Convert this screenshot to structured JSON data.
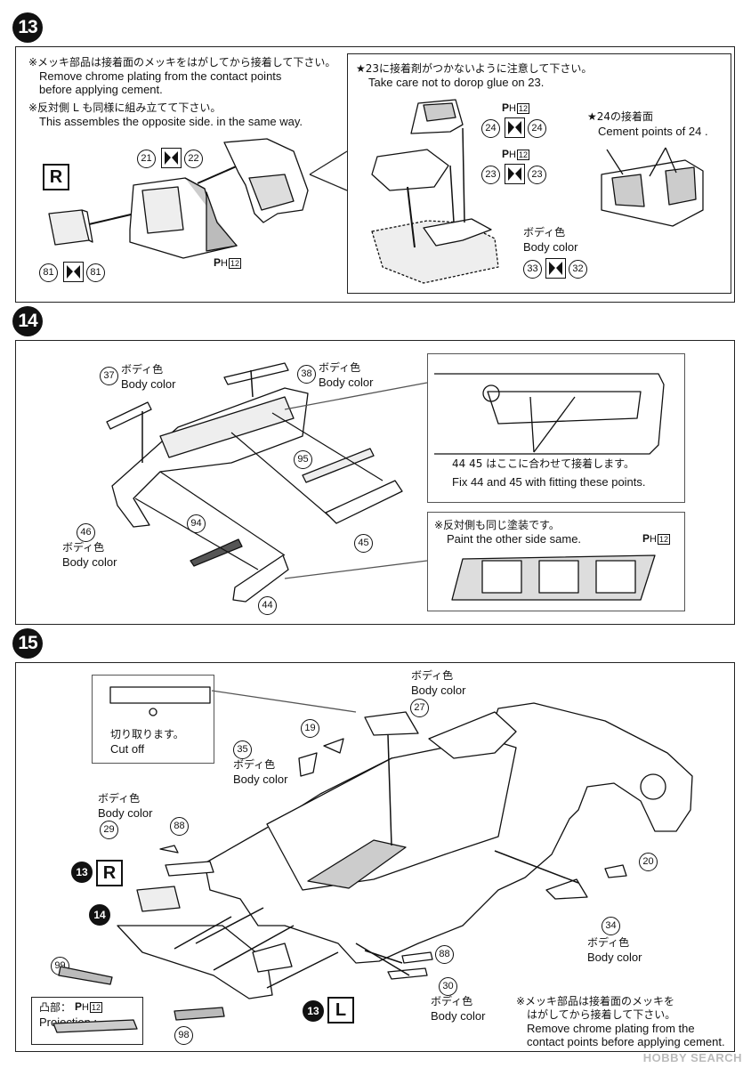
{
  "steps": {
    "s13": {
      "number": "13",
      "note1_jp": "※メッキ部品は接着面のメッキをはがしてから接着して下さい。",
      "note1_en_1": "Remove chrome plating from the contact points",
      "note1_en_2": "before applying cement.",
      "note2_jp": "※反対側 L も同様に組み立てて下さい。",
      "note2_en": "This assembles the opposite side. in the same way.",
      "side": "R",
      "parts": {
        "p21": "21",
        "p22": "22",
        "p81a": "81",
        "p81b": "81"
      },
      "ph_code": "12",
      "right": {
        "warn_jp": "★23に接着剤がつかないように注意して下さい。",
        "warn_en": "Take care not to dorop glue on 23.",
        "p24a": "24",
        "p24b": "24",
        "p23a": "23",
        "p23b": "23",
        "p33": "33",
        "p32": "32",
        "body_jp": "ボディ色",
        "body_en": "Body color",
        "cement_jp": "★24の接着面",
        "cement_en": "Cement points of 24 .",
        "ph1": "12",
        "ph2": "12"
      }
    },
    "s14": {
      "number": "14",
      "p37": "37",
      "p38": "38",
      "p95": "95",
      "p46": "46",
      "p94": "94",
      "p45": "45",
      "p44": "44",
      "body_jp": "ボディ色",
      "body_en": "Body color",
      "fit_jp": "44 45 はここに合わせて接着します。",
      "fit_en": "Fix 44 and 45 with fitting these points.",
      "paint_jp": "※反対側も同じ塗装です。",
      "paint_en": "Paint the other side same.",
      "ph": "12"
    },
    "s15": {
      "number": "15",
      "cut_jp": "切り取ります。",
      "cut_en": "Cut off",
      "p27": "27",
      "p19": "19",
      "p35": "35",
      "p29": "29",
      "p88a": "88",
      "p88b": "88",
      "p20": "20",
      "p34": "34",
      "p30": "30",
      "p99": "99",
      "p98": "98",
      "ref13a": "13",
      "ref13b": "13",
      "ref14": "14",
      "side_R": "R",
      "side_L": "L",
      "body_jp": "ボディ色",
      "body_en": "Body color",
      "proj_jp": "凸部：",
      "proj_en": "Projection :",
      "ph": "12",
      "chrome_jp_1": "※メッキ部品は接着面のメッキを",
      "chrome_jp_2": "はがしてから接着して下さい。",
      "chrome_en_1": "Remove chrome plating from the",
      "chrome_en_2": "contact points before applying cement."
    }
  },
  "ph_prefix": "P",
  "ph_sub": "H",
  "watermark": "HOBBY SEARCH"
}
